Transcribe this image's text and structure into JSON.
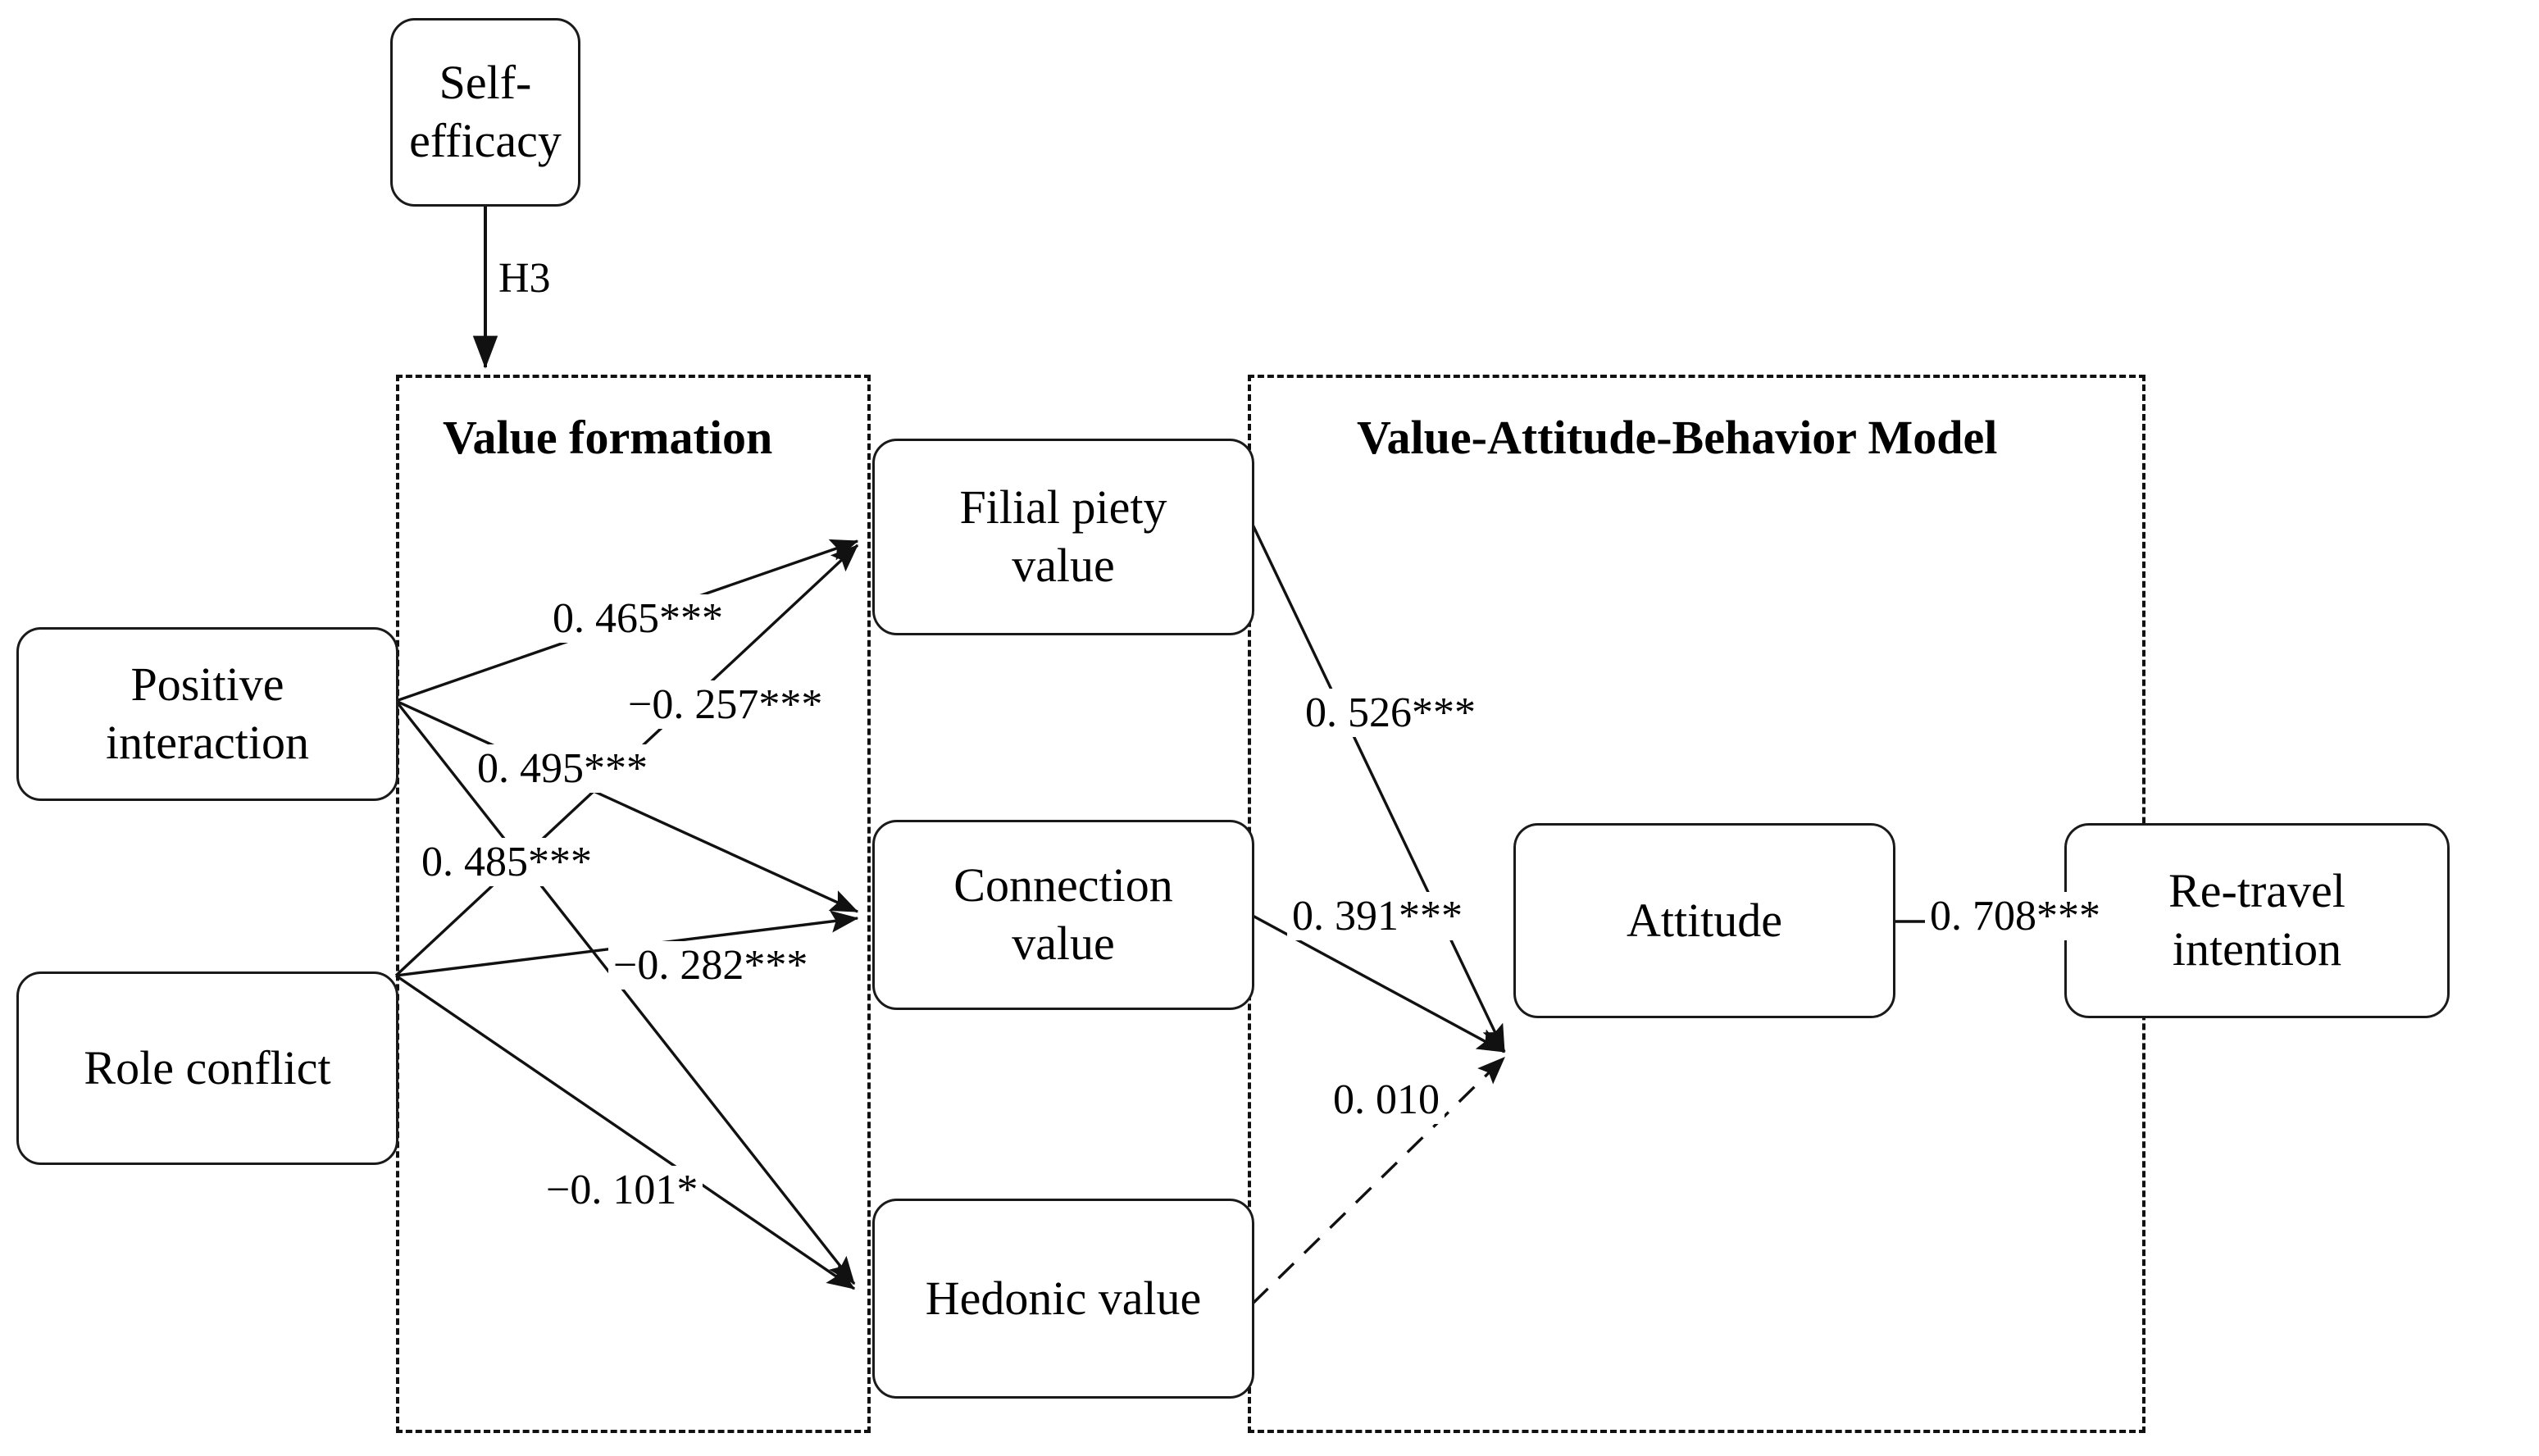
{
  "diagram": {
    "type": "structural-equation-model",
    "panels": [
      {
        "id": "value-formation",
        "title": "Value formation"
      },
      {
        "id": "vab-model",
        "title": "Value-Attitude-Behavior Model"
      }
    ],
    "nodes": [
      {
        "id": "self-efficacy",
        "label": "Self-efficacy"
      },
      {
        "id": "positive-interaction",
        "label_line1": "Positive",
        "label_line2": "interaction"
      },
      {
        "id": "role-conflict",
        "label": "Role conflict"
      },
      {
        "id": "filial-piety-value",
        "label_line1": "Filial piety",
        "label_line2": "value"
      },
      {
        "id": "connection-value",
        "label_line1": "Connection",
        "label_line2": "value"
      },
      {
        "id": "hedonic-value",
        "label": "Hedonic value"
      },
      {
        "id": "attitude",
        "label": "Attitude"
      },
      {
        "id": "re-travel-intention",
        "label_line1": "Re-travel",
        "label_line2": "intention"
      }
    ],
    "edges": [
      {
        "id": "h3",
        "from": "self-efficacy",
        "to": "value-formation",
        "label": "H3",
        "style": "solid",
        "significance": ""
      },
      {
        "id": "pi-fpv",
        "from": "positive-interaction",
        "to": "filial-piety-value",
        "label": "0. 465***",
        "style": "solid",
        "significance": "***"
      },
      {
        "id": "rc-fpv",
        "from": "role-conflict",
        "to": "filial-piety-value",
        "label": "−0. 257***",
        "style": "solid",
        "significance": "***"
      },
      {
        "id": "pi-cv",
        "from": "positive-interaction",
        "to": "connection-value",
        "label": "0. 495***",
        "style": "solid",
        "significance": "***"
      },
      {
        "id": "pi-hv",
        "from": "positive-interaction",
        "to": "hedonic-value",
        "label": "0. 485***",
        "style": "solid",
        "significance": "***"
      },
      {
        "id": "rc-cv",
        "from": "role-conflict",
        "to": "connection-value",
        "label": "−0. 282***",
        "style": "solid",
        "significance": "***"
      },
      {
        "id": "rc-hv",
        "from": "role-conflict",
        "to": "hedonic-value",
        "label": "−0. 101*",
        "style": "solid",
        "significance": "*"
      },
      {
        "id": "fpv-att",
        "from": "filial-piety-value",
        "to": "attitude",
        "label": "0. 526***",
        "style": "solid",
        "significance": "***"
      },
      {
        "id": "cv-att",
        "from": "connection-value",
        "to": "attitude",
        "label": "0. 391***",
        "style": "solid",
        "significance": "***"
      },
      {
        "id": "hv-att",
        "from": "hedonic-value",
        "to": "attitude",
        "label": "0. 010",
        "style": "dashed",
        "significance": ""
      },
      {
        "id": "att-rti",
        "from": "attitude",
        "to": "re-travel-intention",
        "label": "0. 708***",
        "style": "solid",
        "significance": "***"
      }
    ],
    "colors": {
      "stroke": "#1a1a1a",
      "background": "#ffffff",
      "text": "#000000"
    }
  }
}
